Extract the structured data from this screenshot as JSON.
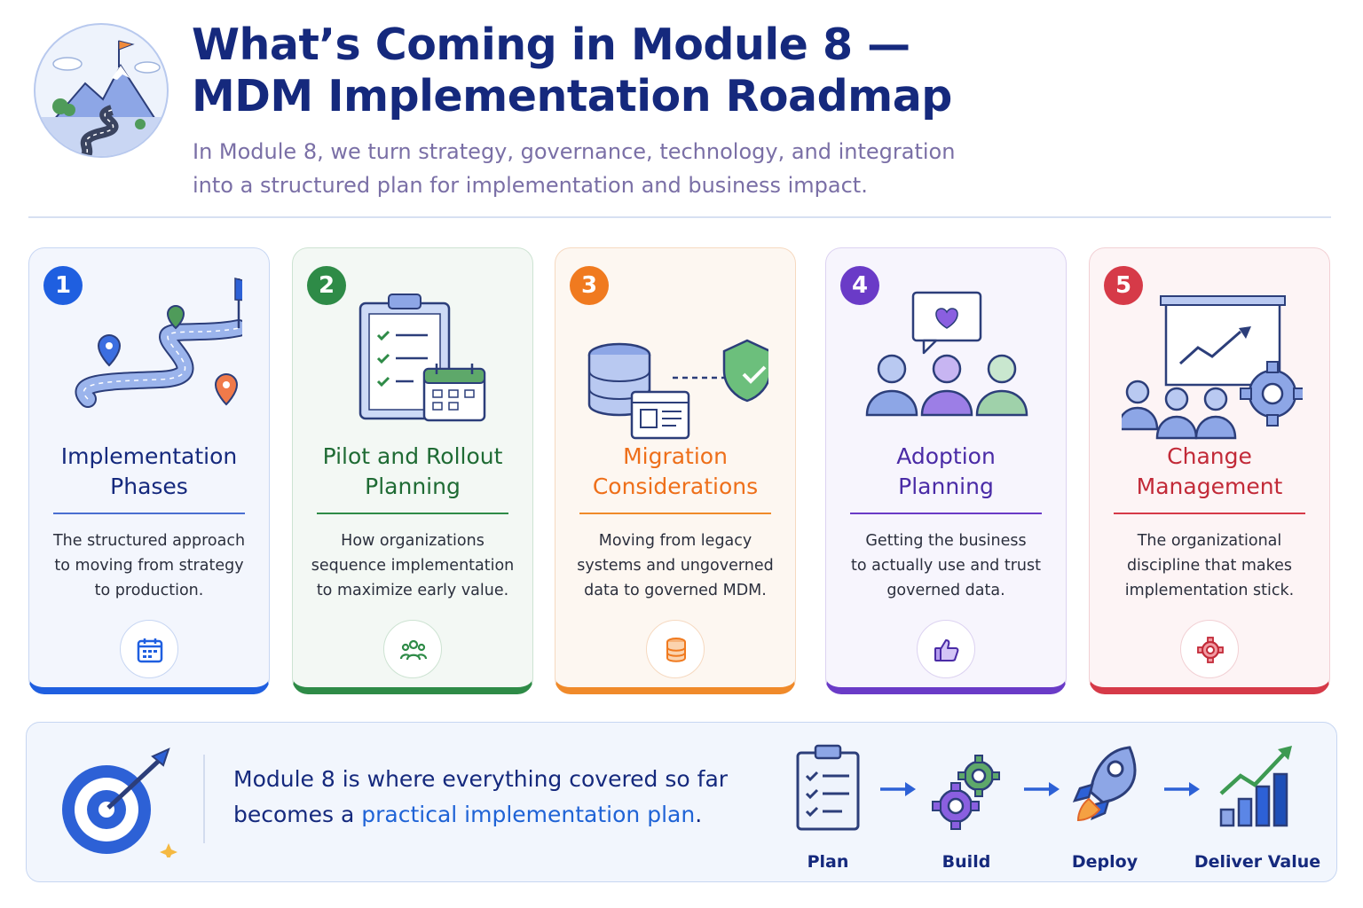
{
  "header": {
    "title_line1": "What’s Coming in Module 8 —",
    "title_line2": "MDM Implementation Roadmap",
    "subtitle_line1": "In Module 8, we turn strategy, governance, technology, and integration",
    "subtitle_line2": "into a structured plan for implementation and business impact."
  },
  "cards": [
    {
      "number": "1",
      "title_line1": "Implementation",
      "title_line2": "Phases",
      "desc_line1": "The structured approach",
      "desc_line2": "to moving from strategy",
      "desc_line3": "to production.",
      "icon": "calendar-icon",
      "color": "#1f5fe0"
    },
    {
      "number": "2",
      "title_line1": "Pilot and Rollout",
      "title_line2": "Planning",
      "desc_line1": "How organizations",
      "desc_line2": "sequence implementation",
      "desc_line3": "to maximize early value.",
      "icon": "team-icon",
      "color": "#2e8b47"
    },
    {
      "number": "3",
      "title_line1": "Migration",
      "title_line2": "Considerations",
      "desc_line1": "Moving from legacy",
      "desc_line2": "systems and ungoverned",
      "desc_line3": "data to governed MDM.",
      "icon": "database-icon",
      "color": "#f07a1f"
    },
    {
      "number": "4",
      "title_line1": "Adoption",
      "title_line2": "Planning",
      "desc_line1": "Getting the business",
      "desc_line2": "to actually use and trust",
      "desc_line3": "governed data.",
      "icon": "thumbs-up-icon",
      "color": "#6a3bc7"
    },
    {
      "number": "5",
      "title_line1": "Change",
      "title_line2": "Management",
      "desc_line1": "The organizational",
      "desc_line2": "discipline that makes",
      "desc_line3": "implementation stick.",
      "icon": "gear-icon",
      "color": "#d63a48"
    }
  ],
  "summary": {
    "line1": "Module 8 is where everything covered so far",
    "line2_prefix": "becomes a ",
    "line2_highlight": "practical implementation plan",
    "line2_suffix": "."
  },
  "steps": [
    {
      "label": "Plan",
      "icon": "clipboard-icon"
    },
    {
      "label": "Build",
      "icon": "gears-icon"
    },
    {
      "label": "Deploy",
      "icon": "rocket-icon"
    },
    {
      "label": "Deliver Value",
      "icon": "growth-chart-icon"
    }
  ]
}
